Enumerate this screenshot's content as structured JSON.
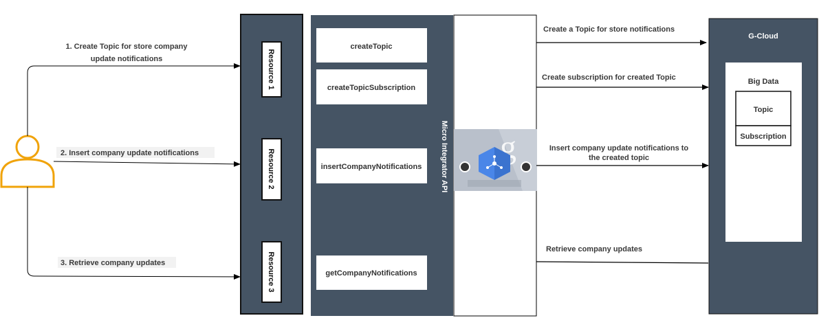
{
  "flows": {
    "step1_line1": "1. Create Topic for store company",
    "step1_line2": "update notifications",
    "step2": "2. Insert company update notifications",
    "step3": "3. Retrieve company updates"
  },
  "resources": [
    "Resource 1",
    "Resource 2",
    "Resource 3"
  ],
  "operations": [
    "createTopic",
    "createTopicSubscription",
    "insertCompanyNotifications",
    "getCompanyNotifications"
  ],
  "api_label": "Micro Integrator API",
  "connector": {
    "icon": "google-pubsub-icon"
  },
  "actions": {
    "a1": "Create a Topic for store notifications",
    "a2": "Create subscription for created Topic",
    "a3_line1": "Insert company update notifications to",
    "a3_line2": "the created topic",
    "a4": "Retrieve company updates"
  },
  "cloud": {
    "title": "G-Cloud",
    "bigdata_title": "Big Data",
    "topic": "Topic",
    "subscription": "Subscription"
  },
  "colors": {
    "panel": "#455464",
    "user": "#f0a30a",
    "pubsub_blue": "#4a86e8"
  }
}
